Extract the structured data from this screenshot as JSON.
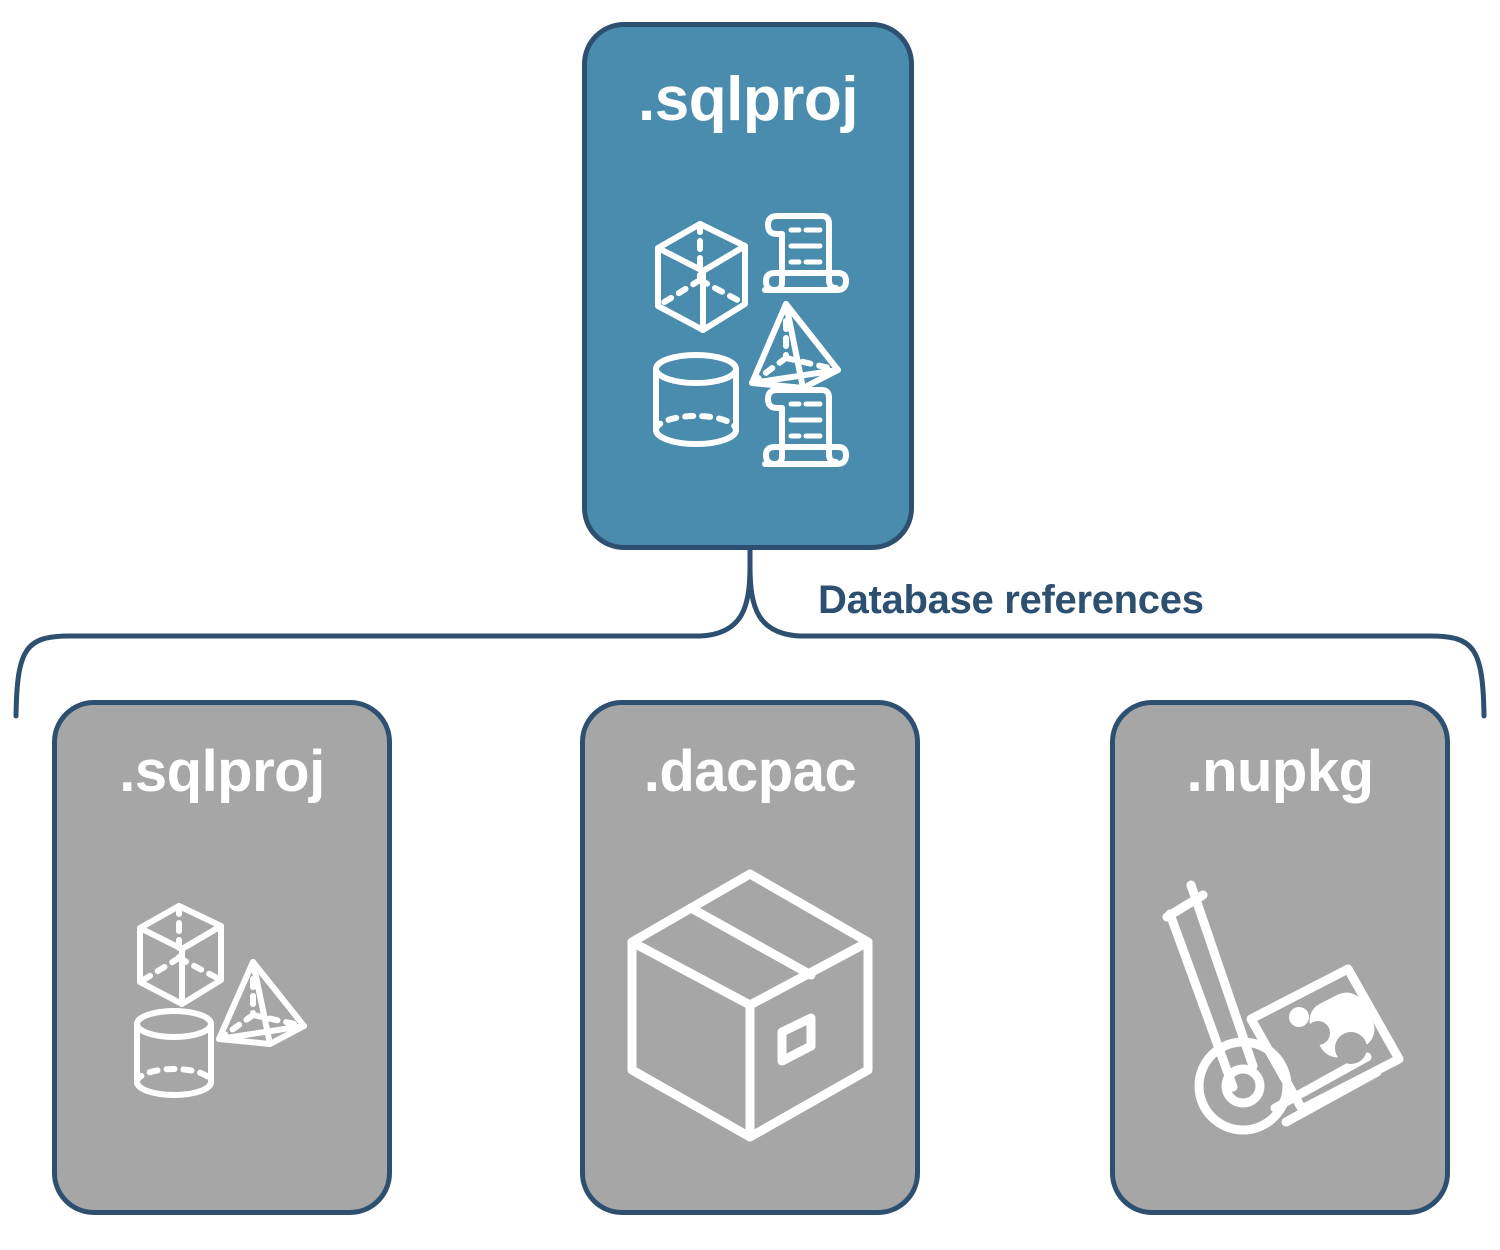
{
  "diagram": {
    "title_text": "Database references",
    "colors": {
      "primary_fill": "#4a8cad",
      "secondary_fill": "#a6a6a6",
      "stroke": "#2d5070",
      "icon": "#ffffff",
      "label": "#2d5070",
      "background": "#ffffff"
    }
  },
  "top_node": {
    "label": ".sqlproj",
    "fill": "primary",
    "icons": [
      "cube-wireframe-icon",
      "scroll-document-icon",
      "pyramid-wireframe-icon",
      "cylinder-wireframe-icon",
      "scroll-document-icon"
    ]
  },
  "connector": {
    "type": "curly-brace",
    "label": "Database references",
    "orientation": "top-to-bottom"
  },
  "reference_nodes": [
    {
      "label": ".sqlproj",
      "fill": "secondary",
      "icons": [
        "cube-wireframe-icon",
        "pyramid-wireframe-icon",
        "cylinder-wireframe-icon"
      ]
    },
    {
      "label": ".dacpac",
      "fill": "secondary",
      "icons": [
        "shipping-box-icon"
      ]
    },
    {
      "label": ".nupkg",
      "fill": "secondary",
      "icons": [
        "hand-truck-package-icon"
      ]
    }
  ]
}
